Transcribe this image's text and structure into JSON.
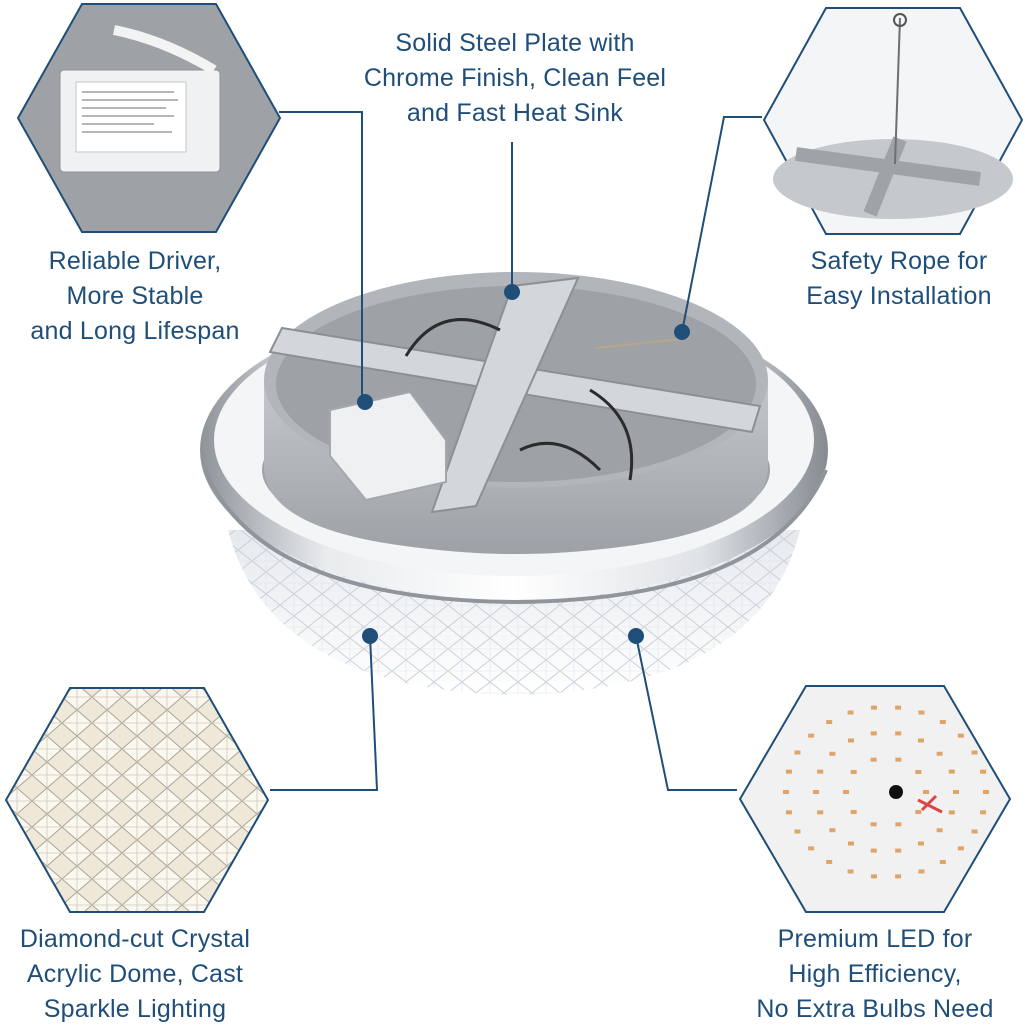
{
  "features": {
    "steel_plate": {
      "lines": [
        "Solid Steel Plate with",
        "Chrome Finish, Clean Feel",
        "and Fast Heat Sink"
      ]
    },
    "driver": {
      "lines": [
        "Reliable Driver,",
        "More Stable",
        "and Long Lifespan"
      ]
    },
    "safety_rope": {
      "lines": [
        "Safety Rope for",
        "Easy Installation"
      ]
    },
    "crystal": {
      "lines": [
        "Diamond-cut Crystal",
        "Acrylic Dome, Cast",
        "Sparkle Lighting"
      ]
    },
    "led": {
      "lines": [
        "Premium LED for",
        "High Efficiency,",
        "No Extra Bulbs Need"
      ]
    }
  },
  "colors": {
    "accent": "#1f4e79",
    "chrome": "#c9ccd1",
    "steel": "#a9acb0"
  }
}
